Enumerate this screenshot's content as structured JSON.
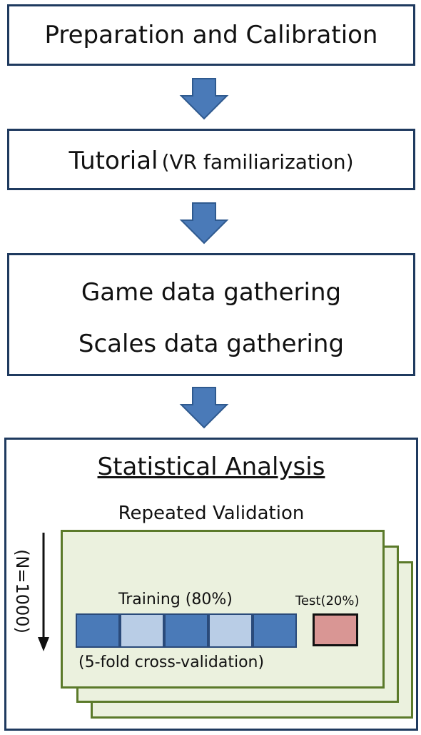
{
  "steps": {
    "preparation": "Preparation and Calibration",
    "tutorial_main": "Tutorial",
    "tutorial_sub": "(VR familiarization)",
    "game_data": "Game data gathering",
    "scales_data": "Scales data gathering"
  },
  "analysis": {
    "title": "Statistical Analysis",
    "repeated": "Repeated Validation",
    "iterations": "(N=1000)",
    "training": "Training (80%)",
    "test": "Test(20%)",
    "cross_validation": "(5-fold cross-validation)"
  },
  "colors": {
    "box_border": "#1f3a5f",
    "arrow_fill": "#4a7ab8",
    "paper_fill": "#ebf1de",
    "paper_border": "#5b7a2a",
    "fold_dark": "#4a7ab8",
    "fold_light": "#b9cde6",
    "test_fill": "#d99694"
  }
}
